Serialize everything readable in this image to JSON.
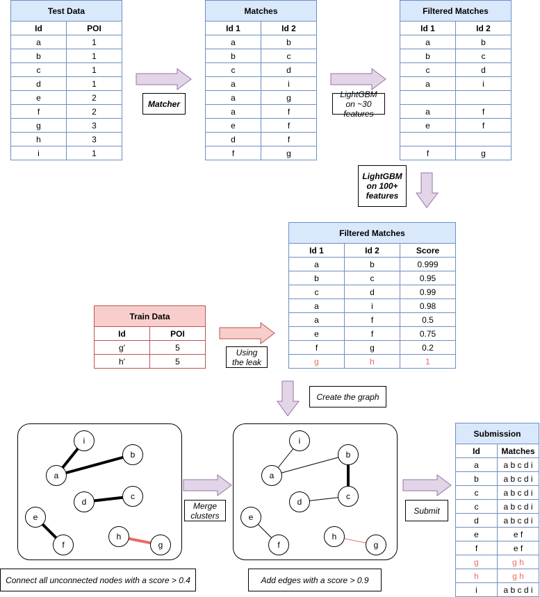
{
  "test_table": {
    "title": "Test Data",
    "headers": [
      "Id",
      "POI"
    ],
    "rows": [
      [
        "a",
        "1"
      ],
      [
        "b",
        "1"
      ],
      [
        "c",
        "1"
      ],
      [
        "d",
        "1"
      ],
      [
        "e",
        "2"
      ],
      [
        "f",
        "2"
      ],
      [
        "g",
        "3"
      ],
      [
        "h",
        "3"
      ],
      [
        "i",
        "1"
      ]
    ]
  },
  "matches_table": {
    "title": "Matches",
    "headers": [
      "Id 1",
      "Id 2"
    ],
    "rows": [
      [
        "a",
        "b"
      ],
      [
        "b",
        "c"
      ],
      [
        "c",
        "d"
      ],
      [
        "a",
        "i"
      ],
      [
        "a",
        "g"
      ],
      [
        "a",
        "f"
      ],
      [
        "e",
        "f"
      ],
      [
        "d",
        "f"
      ],
      [
        "f",
        "g"
      ]
    ]
  },
  "filtered1_table": {
    "title": "Filtered Matches",
    "headers": [
      "Id 1",
      "Id 2"
    ],
    "rows": [
      [
        "a",
        "b"
      ],
      [
        "b",
        "c"
      ],
      [
        "c",
        "d"
      ],
      [
        "a",
        "i"
      ],
      [
        "",
        ""
      ],
      [
        "a",
        "f"
      ],
      [
        "e",
        "f"
      ],
      [
        "",
        ""
      ],
      [
        "f",
        "g"
      ]
    ]
  },
  "filtered2_table": {
    "title": "Filtered Matches",
    "headers": [
      "Id 1",
      "Id 2",
      "Score"
    ],
    "rows": [
      [
        "a",
        "b",
        "0.999"
      ],
      [
        "b",
        "c",
        "0.95"
      ],
      [
        "c",
        "d",
        "0.99"
      ],
      [
        "a",
        "i",
        "0.98"
      ],
      [
        "a",
        "f",
        "0.5"
      ],
      [
        "e",
        "f",
        "0.75"
      ],
      [
        "f",
        "g",
        "0.2"
      ],
      [
        "g",
        "h",
        "1"
      ]
    ],
    "highlight_row": 7
  },
  "train_table": {
    "title": "Train Data",
    "headers": [
      "Id",
      "POI"
    ],
    "rows": [
      [
        "g'",
        "5"
      ],
      [
        "h'",
        "5"
      ]
    ]
  },
  "submission_table": {
    "title": "Submission",
    "headers": [
      "Id",
      "Matches"
    ],
    "rows": [
      [
        "a",
        "a b c d i"
      ],
      [
        "b",
        "a b c d i"
      ],
      [
        "c",
        "a b c d i"
      ],
      [
        "c",
        "a b c d i"
      ],
      [
        "d",
        "a b c d i"
      ],
      [
        "e",
        "e f"
      ],
      [
        "f",
        "e f"
      ],
      [
        "g",
        "g h"
      ],
      [
        "h",
        "g h"
      ],
      [
        "i",
        "a b c d i"
      ]
    ],
    "highlight_rows": [
      7,
      8
    ]
  },
  "labels": {
    "matcher": "Matcher",
    "lgbm30": "LightGBM on ~30 features",
    "lgbm100": "LightGBM on 100+ features",
    "leak": "Using the leak",
    "create_graph": "Create the graph",
    "merge": "Merge clusters",
    "submit": "Submit",
    "connect": "Connect all unconnected nodes with a score > 0.4",
    "add_edges": "Add edges with a score > 0.9"
  },
  "graph1_nodes": [
    "i",
    "a",
    "b",
    "d",
    "c",
    "e",
    "f",
    "h",
    "g"
  ],
  "graph2_nodes": [
    "i",
    "a",
    "b",
    "d",
    "c",
    "e",
    "f",
    "h",
    "g"
  ],
  "colors": {
    "blue_fill": "#dae8fc",
    "blue_border": "#6c8ebf",
    "red_fill": "#f8cecc",
    "red_border": "#b85450",
    "arrow_fill": "#e1d5e7",
    "arrow_border": "#9673a6",
    "highlight": "#ea6b66"
  }
}
